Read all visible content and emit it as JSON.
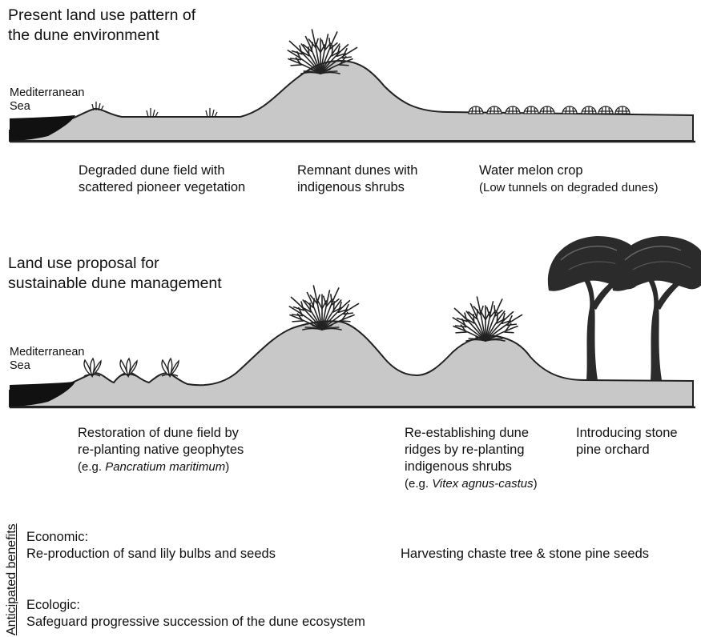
{
  "colors": {
    "ground": "#c8c8c8",
    "sea": "#111111",
    "outline": "#222222",
    "canopy": "#2b2b2b",
    "text": "#111111"
  },
  "present": {
    "title_line1": "Present land use pattern of",
    "title_line2": "the dune environment",
    "sea_line1": "Mediterranean",
    "sea_line2": "Sea",
    "captions": [
      {
        "line1": "Degraded dune field with",
        "line2": "scattered pioneer vegetation"
      },
      {
        "line1": "Remnant dunes with",
        "line2": "indigenous shrubs"
      },
      {
        "line1": "Water melon crop",
        "line2": "(Low tunnels on degraded dunes)"
      }
    ]
  },
  "proposal": {
    "title_line1": "Land use proposal for",
    "title_line2": "sustainable dune management",
    "sea_line1": "Mediterranean",
    "sea_line2": "Sea",
    "restoration": {
      "line1": "Restoration of dune field by",
      "line2": "re-planting native geophytes",
      "example_prefix": "(e.g. ",
      "example_species": "Pancratium maritimum",
      "example_suffix": ")"
    },
    "ridges": {
      "line1": "Re-establishing dune",
      "line2": "ridges by re-planting",
      "line3": "indigenous shrubs",
      "example_prefix": "(e.g. ",
      "example_species": "Vitex agnus-castus",
      "example_suffix": ")"
    },
    "pine": {
      "line1": "Introducing stone",
      "line2": "pine orchard"
    }
  },
  "benefits": {
    "side_label": "Anticipated benefits",
    "economic_label": "Economic:",
    "economic_left": "Re-production of sand lily bulbs and seeds",
    "economic_right": "Harvesting chaste tree & stone pine seeds",
    "ecologic_label": "Ecologic:",
    "ecologic_text": "Safeguard progressive succession of  the dune ecosystem"
  },
  "icons": [
    "shrub-icon",
    "grass-tuft-icon",
    "melon-tunnel-icon",
    "lily-icon",
    "stone-pine-icon"
  ]
}
